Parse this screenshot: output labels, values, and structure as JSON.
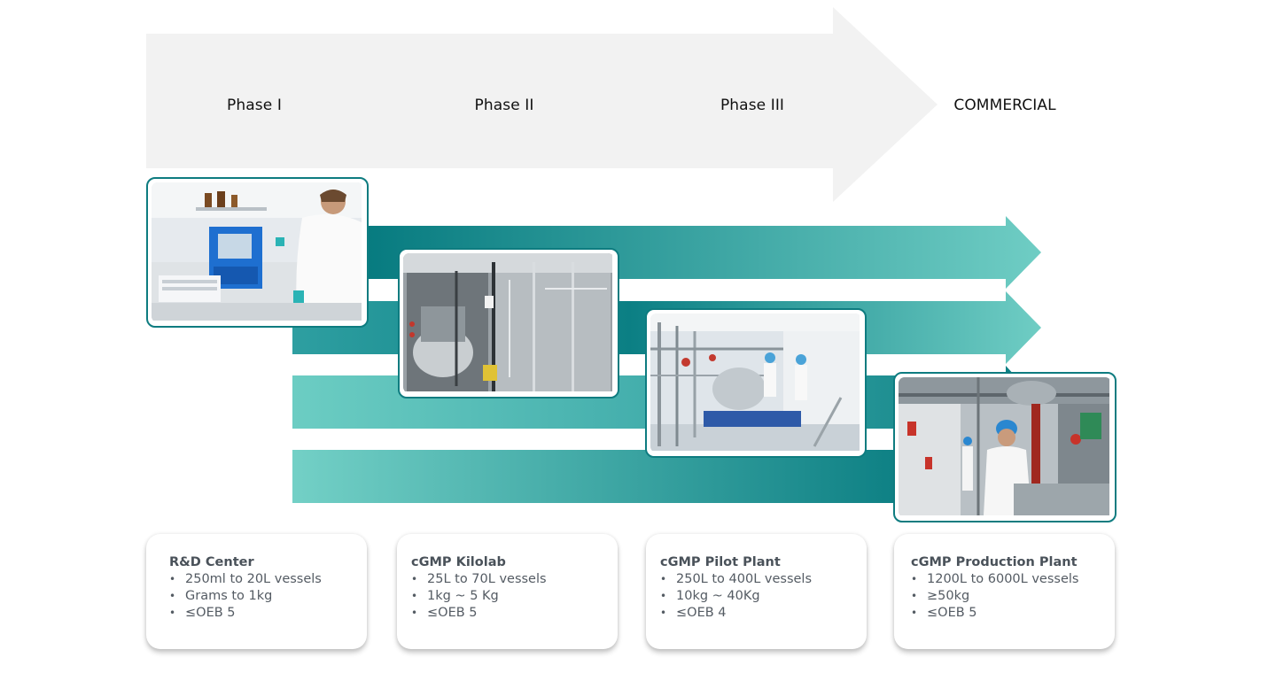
{
  "phases": [
    {
      "label": "Phase I"
    },
    {
      "label": "Phase II"
    },
    {
      "label": "Phase III"
    },
    {
      "label": "COMMERCIAL"
    }
  ],
  "facilities": [
    {
      "title": "R&D Center",
      "items": [
        "250ml to 20L vessels",
        "Grams to 1kg",
        "≤OEB 5"
      ]
    },
    {
      "title": "cGMP Kilolab",
      "items": [
        "25L to 70L vessels",
        "1kg ~ 5 Kg",
        "≤OEB 5"
      ]
    },
    {
      "title": "cGMP Pilot Plant",
      "items": [
        "250L to 400L vessels",
        "10kg ~ 40Kg",
        "≤OEB 4"
      ]
    },
    {
      "title": "cGMP Production Plant",
      "items": [
        "1200L to 6000L vessels",
        "≥50kg",
        "≤OEB 5"
      ]
    }
  ],
  "bullet_char": "•",
  "colors": {
    "big_arrow": "#f2f2f2",
    "teal_dark": "#077b80",
    "teal_light": "#6fcdc4",
    "frame_border": "#0e7c80",
    "card_title": "#4a525a",
    "card_text": "#545b63"
  }
}
